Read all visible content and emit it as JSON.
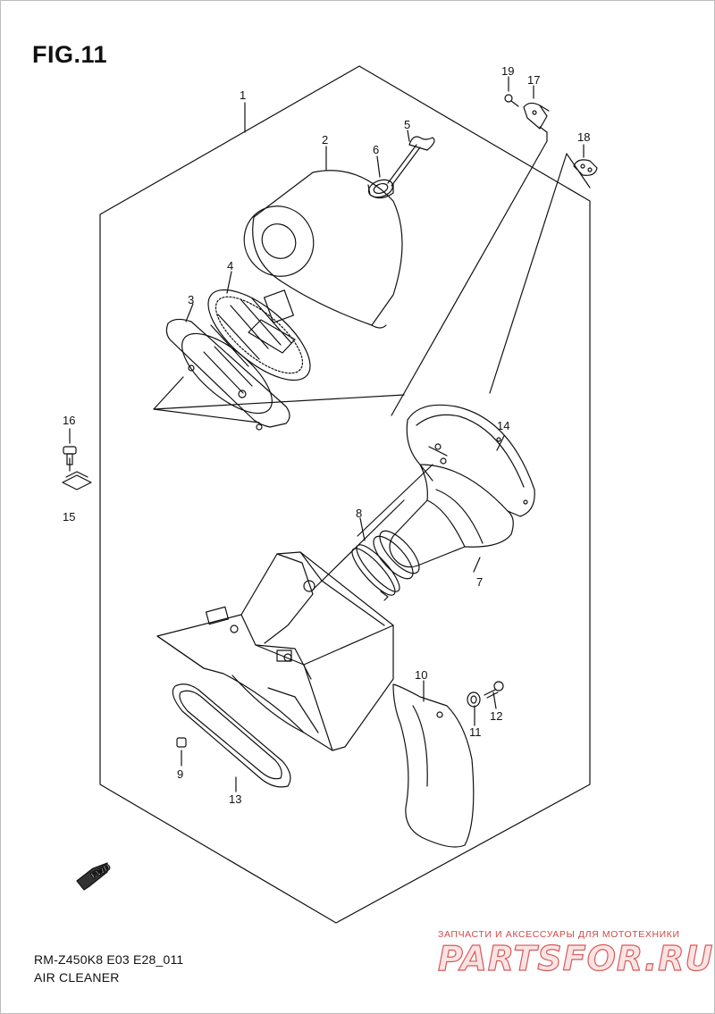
{
  "figure": {
    "title": "FIG.11"
  },
  "callouts": [
    "1",
    "2",
    "3",
    "4",
    "5",
    "6",
    "7",
    "8",
    "9",
    "10",
    "11",
    "12",
    "13",
    "14",
    "15",
    "16",
    "17",
    "18",
    "19"
  ],
  "fwd": "FWD",
  "footer": {
    "model_code": "RM-Z450K8 E03 E28_011",
    "section_name": "AIR CLEANER"
  },
  "watermark": {
    "tagline": "ЗАПЧАСТИ И АКСЕССУАРЫ ДЛЯ МОТОТЕХНИКИ",
    "logo": "PARTSFOR.RU"
  }
}
